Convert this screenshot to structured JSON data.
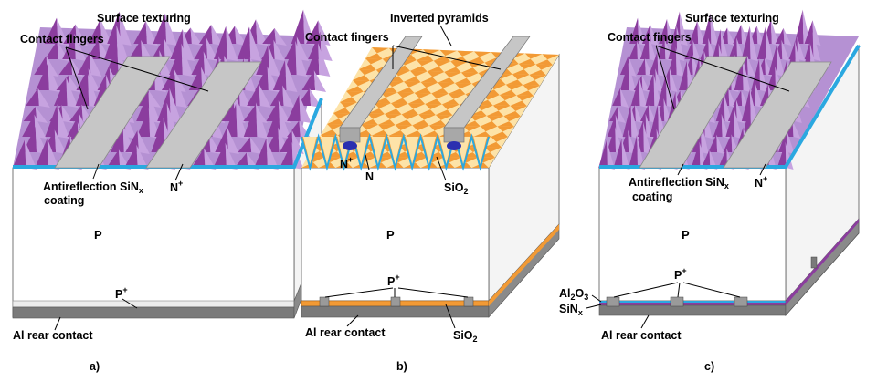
{
  "panel_a": {
    "surface_texturing": "Surface texturing",
    "contact_fingers": "Contact fingers",
    "antireflection_line1": "Antireflection SiN",
    "antireflection_sub": "x",
    "antireflection_line2": "coating",
    "n_plus": "N",
    "n_plus_sup": "+",
    "p_region": "P",
    "p_plus": "P",
    "p_plus_sup": "+",
    "rear_contact": "Al rear contact",
    "caption": "a)"
  },
  "panel_b": {
    "inverted_pyramids": "Inverted pyramids",
    "contact_fingers": "Contact fingers",
    "n_plus": "N",
    "n_plus_sup": "+",
    "n_region": "N",
    "sio2_top": "SiO",
    "sio2_top_sub": "2",
    "p_region": "P",
    "p_plus": "P",
    "p_plus_sup": "+",
    "rear_contact": "Al rear contact",
    "sio2_bottom": "SiO",
    "sio2_bottom_sub": "2",
    "caption": "b)"
  },
  "panel_c": {
    "surface_texturing": "Surface texturing",
    "contact_fingers": "Contact fingers",
    "antireflection_line1": "Antireflection SiN",
    "antireflection_sub": "x",
    "antireflection_line2": "coating",
    "n_plus": "N",
    "n_plus_sup": "+",
    "p_region": "P",
    "p_plus": "P",
    "p_plus_sup": "+",
    "al2o3_a": "Al",
    "al2o3_sub1": "2",
    "al2o3_b": "O",
    "al2o3_sub2": "3",
    "sinx": "SiN",
    "sinx_sub": "x",
    "rear_contact": "Al rear contact",
    "caption": "c)"
  },
  "colors": {
    "pyramid_purple": "#8b3d9e",
    "pyramid_light": "#c7a3e0",
    "arc_blue": "#2ba8e0",
    "finger_grey": "#c6c6c6",
    "rear_grey": "#7a7a7a",
    "inverted_orange": "#f29a35",
    "inverted_cream": "#fde3a8",
    "n_plus_blue": "#2b2fb0"
  },
  "icons": [
    "pyramid-texture",
    "contact-finger",
    "inverted-pyramid-cell"
  ]
}
